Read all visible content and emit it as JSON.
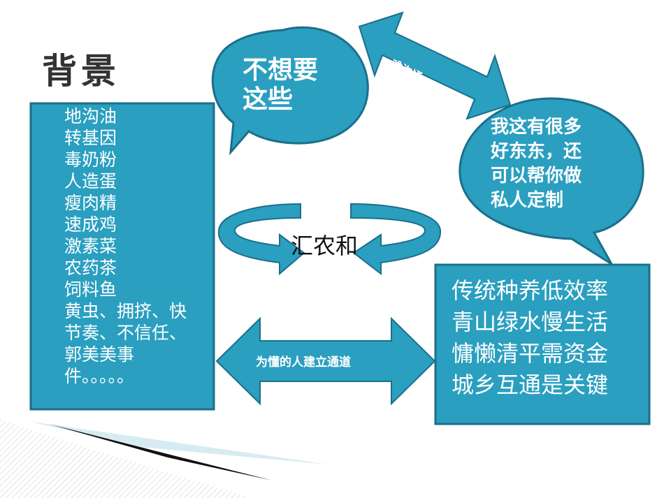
{
  "title": "背景",
  "left_box": {
    "lines": [
      "地沟油",
      "转基因",
      "毒奶粉",
      "人造蛋",
      "瘦肉精",
      "速成鸡",
      "激素菜",
      "农药茶",
      "饲料鱼",
      "黄虫、拥挤、快",
      "节奏、不信任、",
      "郭美美事",
      "件。。。。。"
    ]
  },
  "bubble_left": {
    "line1": "不想要",
    "line2": "这些"
  },
  "bubble_right": {
    "line1": "我这有很多",
    "line2": "好东东，还",
    "line3": "可以帮你做",
    "line4": "私人定制"
  },
  "top_arrow_label": "难沟通",
  "center_label": "汇农和",
  "middle_arrow_label": "为懂的人建立通道",
  "right_box": {
    "lines": [
      "传统种养低效率",
      "青山绿水慢生活",
      "慵懒清平需资金",
      "城乡互通是关键"
    ]
  },
  "colors": {
    "teal": "#2a9fc0",
    "teal_dark": "#1d7d99",
    "border": "#1b6f8a"
  }
}
